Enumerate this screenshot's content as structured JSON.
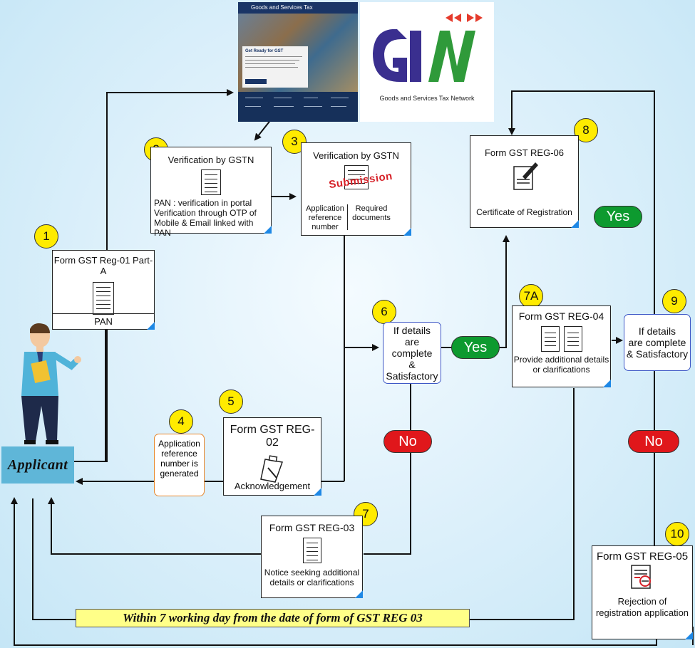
{
  "portal": {
    "header": "Goods and Services Tax",
    "headline": "Get Ready for GST"
  },
  "gstn_logo": {
    "caption": "Goods and Services Tax Network",
    "brand_blue": "#3a2f8f",
    "brand_green": "#2f9a3a",
    "brand_red": "#e53b2c"
  },
  "applicant": {
    "label": "Applicant"
  },
  "step1": {
    "badge": "1",
    "title": "Form GST Reg-01 Part-A",
    "footer": "PAN"
  },
  "step2": {
    "badge": "2",
    "title": "Verification by GSTN",
    "line1": "PAN : verification in portal",
    "line2": "Verification through OTP of",
    "line3": "Mobile & Email linked with PAN"
  },
  "step3": {
    "badge": "3",
    "title": "Verification by GSTN",
    "stamp": "Submission",
    "left1": "Application",
    "left2": "reference",
    "left3": "number",
    "right1": "Required",
    "right2": "documents"
  },
  "step4": {
    "badge": "4",
    "line1": "Application",
    "line2": "reference",
    "line3": "number is",
    "line4": "generated"
  },
  "step5": {
    "badge": "5",
    "title": "Form GST REG-02",
    "footer": "Acknowledgement"
  },
  "step6": {
    "badge": "6",
    "line1": "If details",
    "line2": "are complete",
    "line3": "& Satisfactory"
  },
  "step7": {
    "badge": "7",
    "title": "Form GST REG-03",
    "line1": "Notice seeking additional",
    "line2": "details or clarifications"
  },
  "step7a": {
    "badge": "7A",
    "title": "Form GST REG-04",
    "line1": "Provide additional details",
    "line2": "or clarifications"
  },
  "step8": {
    "badge": "8",
    "title": "Form GST REG-06",
    "footer": "Certificate of Registration"
  },
  "step9": {
    "badge": "9",
    "line1": "If details",
    "line2": "are complete",
    "line3": "& Satisfactory"
  },
  "step10": {
    "badge": "10",
    "title": "Form GST REG-05",
    "line1": "Rejection of",
    "line2": "registration application"
  },
  "labels": {
    "yes6": "Yes",
    "no6": "No",
    "yes9": "Yes",
    "no9": "No"
  },
  "banner": {
    "text": "Within 7 working day from the date of form of GST REG 03"
  },
  "colors": {
    "yes": "#0d9a2f",
    "no": "#e0171b",
    "badge": "#ffeb00",
    "applicant_bg": "#5fb6d8",
    "banner_bg": "#ffff88",
    "corner": "#1e88e5"
  }
}
